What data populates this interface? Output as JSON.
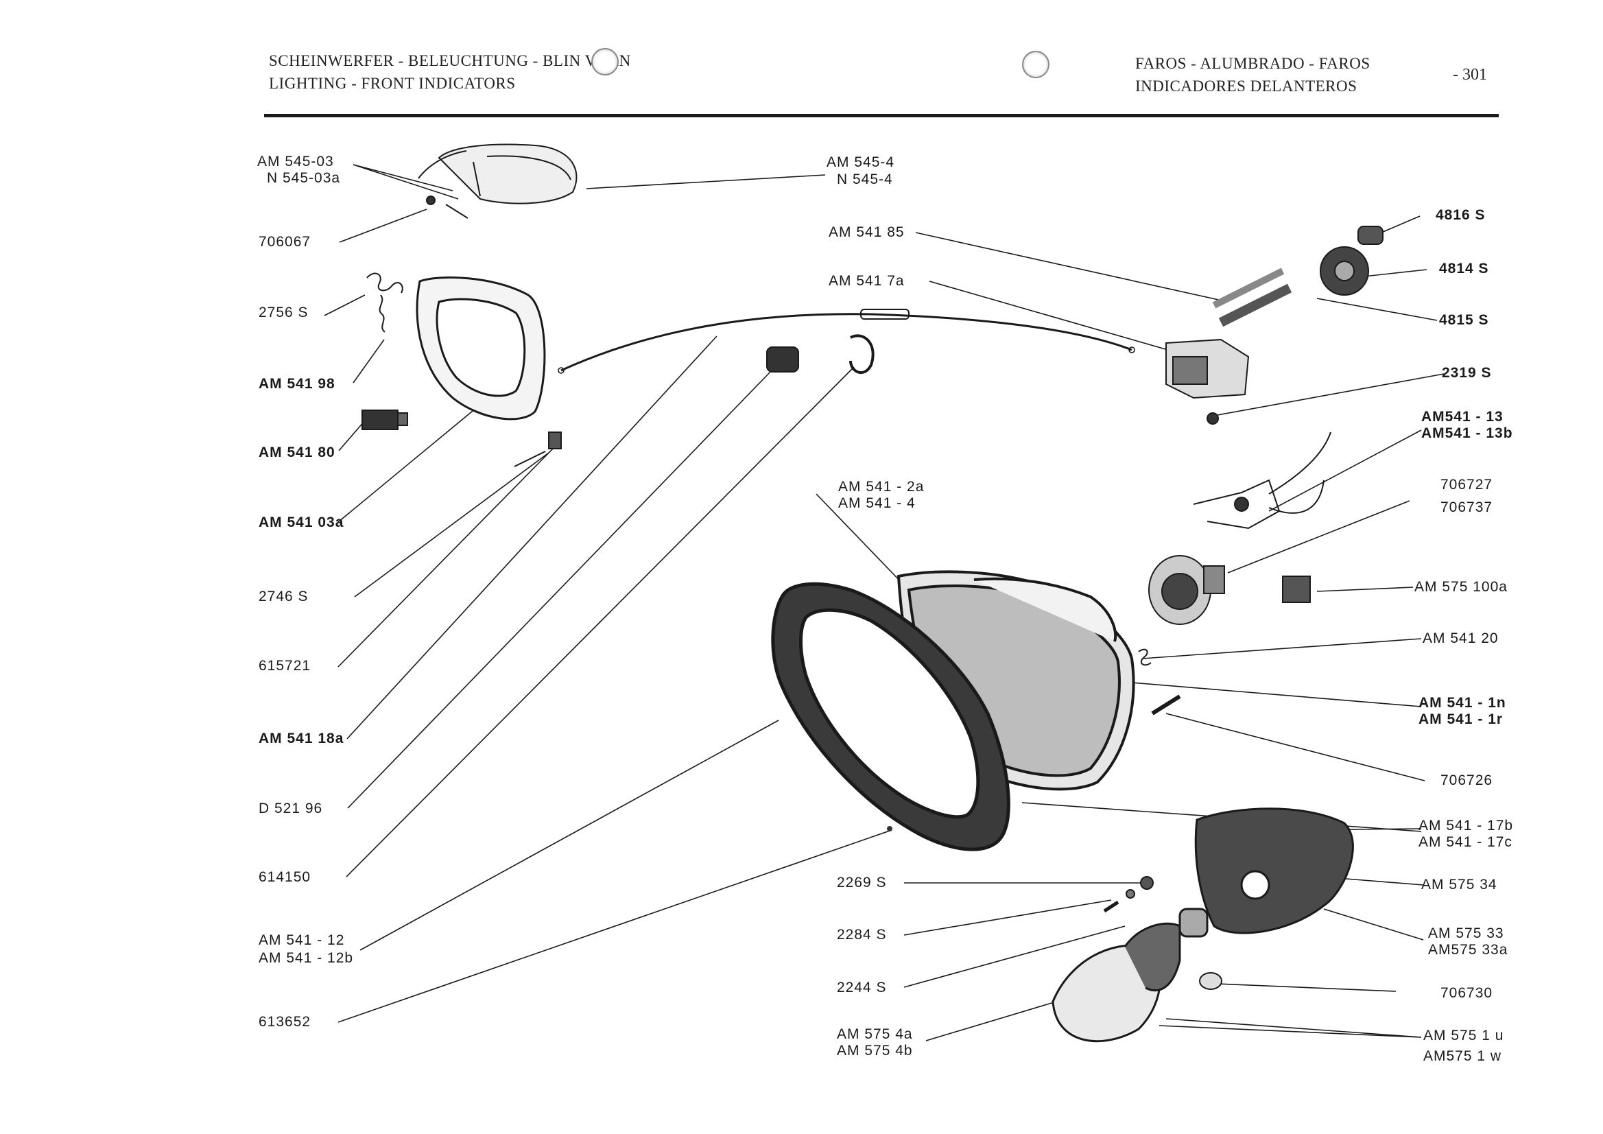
{
  "header": {
    "de_title": "SCHEINWERFER - BELEUCHTUNG - BLIN   VORN",
    "en_title": "LIGHTING - FRONT INDICATORS",
    "es_title_1": "FAROS - ALUMBRADO - FAROS",
    "es_title_2": "INDICADORES DELANTEROS",
    "page_number": "- 301"
  },
  "labels_left": [
    "AM 545-03",
    "N 545-03a",
    "706067",
    "2756 S",
    "AM 541 98",
    "AM 541 80",
    "AM 541 03a",
    "2746 S",
    "615721",
    "AM 541 18a",
    "D 521 96",
    "614150",
    "AM 541 - 12",
    "AM 541 - 12b",
    "613652"
  ],
  "labels_center": [
    "AM 545-4",
    "N 545-4",
    "AM 541 85",
    "AM 541 7a",
    "AM 541 - 2a",
    "AM 541 - 4",
    "2269 S",
    "2284 S",
    "2244 S",
    "AM 575 4a",
    "AM 575 4b"
  ],
  "labels_right": [
    "4816 S",
    "4814 S",
    "4815 S",
    "2319 S",
    "AM541 - 13",
    "AM541 - 13b",
    "706727",
    "706737",
    "AM 575 100a",
    "AM 541 20",
    "AM 541 - 1n",
    "AM 541 - 1r",
    "706726",
    "AM 541 - 17b",
    "AM 541 - 17c",
    "AM 575 34",
    "AM 575 33",
    "AM575 33a",
    "706730",
    "AM 575 1 u",
    "AM575 1 w"
  ]
}
